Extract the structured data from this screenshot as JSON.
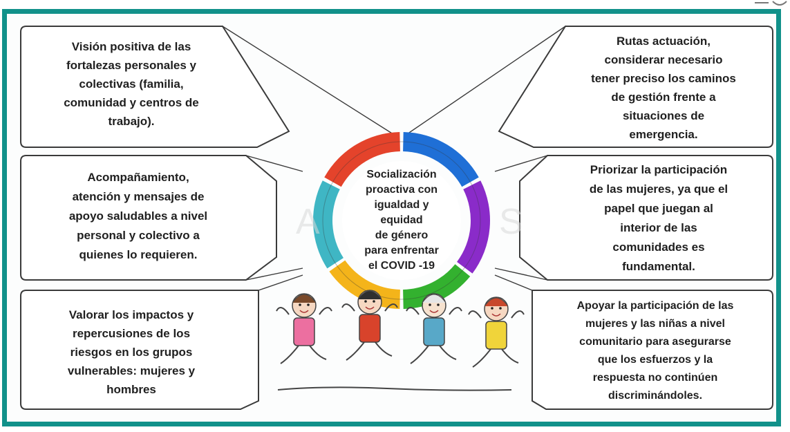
{
  "center": {
    "text": "Socialización\nproactiva con\nigualdad y\nequidad\nde género\npara enfrentar\nel COVID -19"
  },
  "boxes": {
    "top_left": "Visión positiva de las\nfortalezas personales y\ncolectivas  (familia,\ncomunidad y centros de\ntrabajo).",
    "top_right": "Rutas actuación,\nconsiderar necesario\ntener preciso los caminos\nde gestión frente a\nsituaciones de\nemergencia.",
    "middle_left": "Acompañamiento,\natención  y mensajes de\napoyo saludables a nivel\npersonal y colectivo a\nquienes lo requieren.",
    "middle_right": "Priorizar la participación\nde las mujeres, ya que el\npapel que juegan al\ninterior de las\ncomunidades es\nfundamental.",
    "bottom_left": "Valorar los impactos y\nrepercusiones de los\nriesgos en los grupos\nvulnerables: mujeres y\nhombres",
    "bottom_right": "Apoyar la participación de las\nmujeres y las niñas a nivel\ncomunitario para asegurarse\nque los esfuerzos y la\nrespuesta no continúen\ndiscriminándoles."
  },
  "ring_colors": {
    "red": "#e4432b",
    "blue": "#1f6fd6",
    "purple": "#8a2bc9",
    "green": "#33b12f",
    "yellow": "#f4b41a",
    "teal": "#3fb6c4"
  },
  "colors": {
    "frame": "#11918a",
    "box_border": "#3a3a3a",
    "text": "#1f1f1f"
  },
  "illustration": {
    "icon": "children-jumping-icon",
    "figures": [
      {
        "hair": "#7a4a2a",
        "shirt": "#ec6fa0",
        "skin": "#f6d8c2"
      },
      {
        "hair": "#2f2f2f",
        "shirt": "#d8432b",
        "skin": "#f6d8c2"
      },
      {
        "hair": "#e6e6e6",
        "shirt": "#58a8c8",
        "skin": "#f6e2cf"
      },
      {
        "hair": "#c8482c",
        "shirt": "#f0d43a",
        "skin": "#f6d8c2"
      }
    ]
  }
}
